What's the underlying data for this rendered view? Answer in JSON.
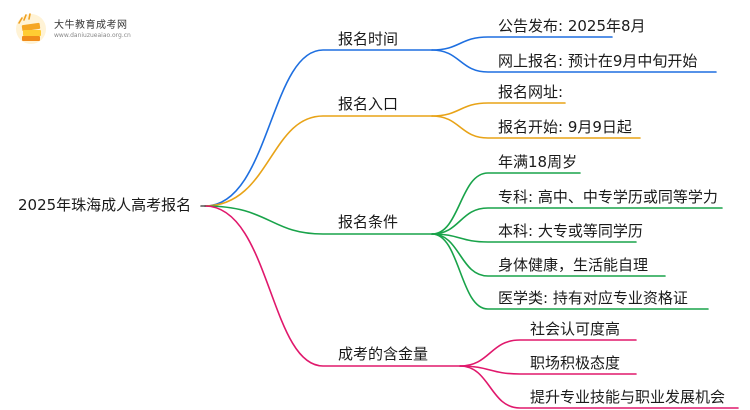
{
  "logo": {
    "title": "大牛教育成考网",
    "subtitle": "www.daniuzueaiao.org.cn",
    "icon": "book-stack-logo"
  },
  "colors": {
    "blue": "#1e6fe0",
    "orange": "#e8a317",
    "green": "#19a34a",
    "pink": "#e0186c"
  },
  "root": "2025年珠海成人高考报名",
  "branches": [
    {
      "label": "报名时间",
      "color": "blue",
      "leaves": [
        "公告发布: 2025年8月",
        "网上报名: 预计在9月中旬开始"
      ]
    },
    {
      "label": "报名入口",
      "color": "orange",
      "leaves": [
        "报名网址:",
        "报名开始: 9月9日起"
      ]
    },
    {
      "label": "报名条件",
      "color": "green",
      "leaves": [
        "年满18周岁",
        "专科: 高中、中专学历或同等学力",
        "本科: 大专或等同学历",
        "身体健康，生活能自理",
        "医学类: 持有对应专业资格证"
      ]
    },
    {
      "label": "成考的含金量",
      "color": "pink",
      "leaves": [
        "社会认可度高",
        "职场积极态度",
        "提升专业技能与职业发展机会"
      ]
    }
  ]
}
